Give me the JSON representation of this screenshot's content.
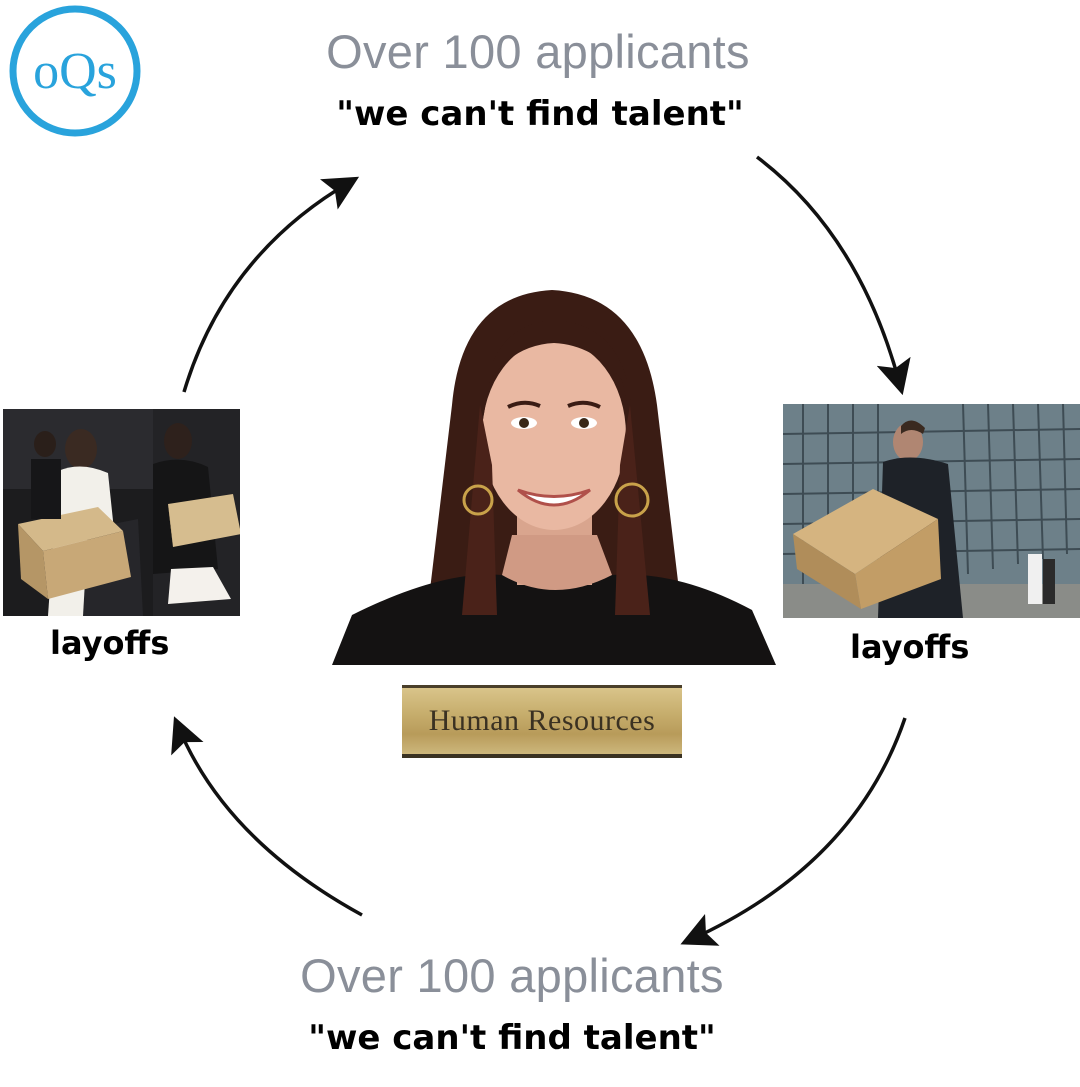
{
  "logo": {
    "text": "oQs",
    "color": "#29a3dc"
  },
  "top": {
    "headline": "Over 100 applicants",
    "quote": "\"we can't find talent\""
  },
  "bottom": {
    "headline": "Over 100 applicants",
    "quote": "\"we can't find talent\""
  },
  "left": {
    "caption": "layoffs"
  },
  "right": {
    "caption": "layoffs"
  },
  "center": {
    "plaque": "Human Resources"
  },
  "colors": {
    "headline": "#8a8f99",
    "quote": "#000000",
    "arrow": "#111111",
    "plaque_gold": "#c6ad6c"
  }
}
